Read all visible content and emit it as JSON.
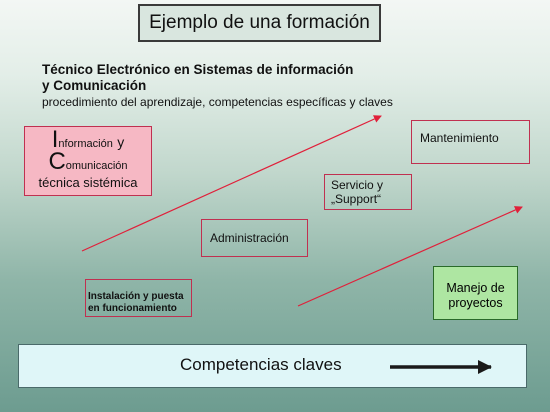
{
  "title": "Ejemplo de una formación",
  "heading": {
    "line1": "Técnico Electrónico en Sistemas de información",
    "line2": "y Comunicación",
    "subtitle": "procedimiento del aprendizaje, competencias específicas y claves"
  },
  "ict_box": {
    "i_letter": "I",
    "i_rest": "nformación",
    "and": "y",
    "c_letter": "C",
    "c_rest": "omunicación",
    "line3": "técnica sistémica"
  },
  "stages": {
    "mantenimiento": "Mantenimiento",
    "servicio_line1": "Servicio y",
    "servicio_line2": "„Support“",
    "administracion": "Administración",
    "instalacion_line1": "Instalación y puesta",
    "instalacion_line2": "en funcionamiento",
    "proyectos_line1": "Manejo de",
    "proyectos_line2": "proyectos"
  },
  "footer": {
    "label": "Competencias claves"
  },
  "colors": {
    "arrow": "#e0203a",
    "box_border": "#c03050",
    "ict_fill": "#f6b8c4",
    "project_fill": "#aee6a2",
    "footer_fill": "#dff6f8"
  }
}
